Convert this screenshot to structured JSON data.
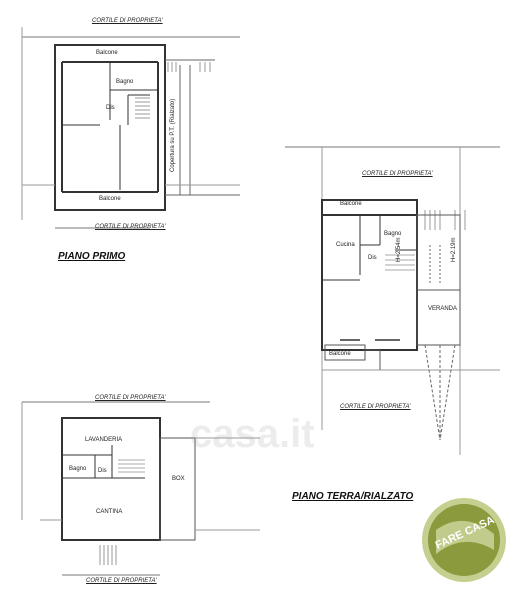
{
  "labels": {
    "cortile_top": "CORTILE DI PROPRIETA'",
    "balcone": "Balcone",
    "bagno": "Bagno",
    "dis": "Dis",
    "copertura": "Copertura su P.T. (Rialzato)",
    "cortile_p1_bottom": "CORTILE DI PROPRIETA'",
    "piano_primo": "PIANO PRIMO",
    "cortile_pt_top": "CORTILE DI PROPRIETA'",
    "cucina": "Cucina",
    "veranda": "VERANDA",
    "h1": "H=2.54m",
    "h2": "H=2.19m",
    "cortile_pt_bottom": "CORTILE DI PROPRIETA'",
    "cortile_box_top": "CORTILE DI PROPRIETA'",
    "lavanderia": "LAVANDERIA",
    "box": "BOX",
    "cantina": "CANTINA",
    "cortile_box_bottom": "CORTILE DI PROPRIETA'",
    "piano_terra": "PIANO TERRA/RIALZATO",
    "watermark": "casa.it",
    "logo_text": "FARE CASA"
  },
  "colors": {
    "wall": "#333333",
    "line": "#666666",
    "logo_green": "#8a9a3c",
    "logo_light": "#c5cf8f"
  }
}
